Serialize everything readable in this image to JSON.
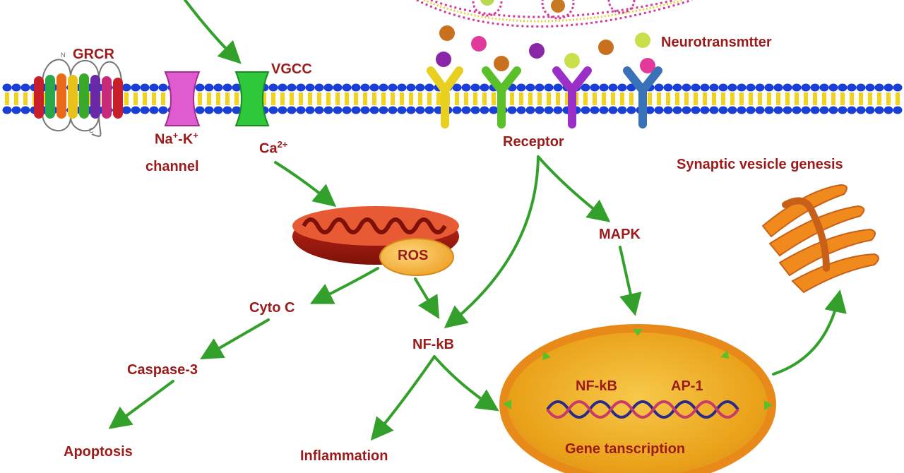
{
  "labels": {
    "grcr": "GRCR",
    "vgcc": "VGCC",
    "neurotransmitter": "Neurotransmtter",
    "na": "Na",
    "na_sup": "+",
    "dash_k": "-K",
    "k_sup": "+",
    "channel": "channel",
    "ca": "Ca",
    "ca_sup": "2+",
    "receptor": "Receptor",
    "synaptic_vesicle_genesis": "Synaptic vesicle genesis",
    "mapk": "MAPK",
    "ros": "ROS",
    "cyto_c": "Cyto C",
    "nfkb": "NF-kB",
    "caspase3": "Caspase-3",
    "apoptosis": "Apoptosis",
    "inflammation": "Inflammation",
    "nucleus_nfkb": "NF-kB",
    "nucleus_ap1": "AP-1",
    "gene_transcription": "Gene tanscription",
    "gpcr_n": "N",
    "gpcr_c": "C"
  },
  "colors": {
    "label_text": "#9b1b1b",
    "arrow": "#33a02c",
    "membrane_head": "#1a3fd6",
    "membrane_tail": "#f2d21b",
    "mitochondrion": "#a81a10",
    "ros_bubble": "#f3b33c",
    "nucleus": "#f0a21c",
    "golgi": "#f08a1c",
    "vesicle_ring": "#d23a9b"
  },
  "icons": {
    "gpcr": "seven-helix-receptor-icon",
    "na_k_channel": "ion-channel-icon",
    "vgcc": "calcium-channel-icon",
    "receptor": "y-shaped-receptor-icon",
    "mitochondrion": "mitochondrion-icon",
    "nucleus": "nucleus-icon",
    "dna": "dna-helix-icon",
    "golgi": "golgi-apparatus-icon",
    "vesicle": "synaptic-vesicle-icon"
  }
}
